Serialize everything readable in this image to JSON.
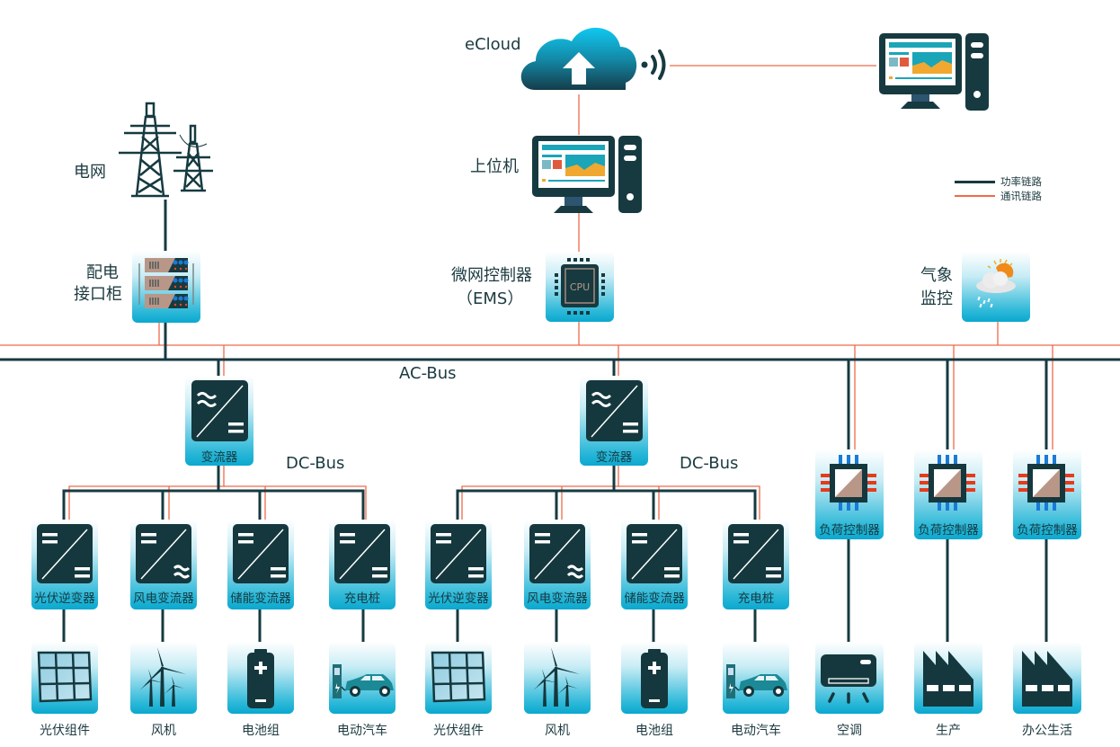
{
  "colors": {
    "power_line": "#163a40",
    "comm_line": "#ee6a4a",
    "node_dark": "#14383e",
    "node_gradient_bottom": "#0aa8cf"
  },
  "top": {
    "cloud_label": "eCloud",
    "cloud_icon": "cloud-upload-icon",
    "wifi_icon": "wireless-signal-icon",
    "remote_pc_icon": "desktop-computer-icon",
    "host_label": "上位机",
    "grid_label": "电网",
    "grid_icon": "power-tower-icon"
  },
  "legend": {
    "power": "功率链路",
    "comm": "通讯链路"
  },
  "nodes": {
    "dist_cabinet": {
      "label_line1": "配电",
      "label_line2": "接口柜",
      "icon": "server-rack-icon"
    },
    "ems": {
      "label_line1": "微网控制器",
      "label_line2": "（EMS）",
      "chip_text": "CPU",
      "icon": "cpu-chip-icon"
    },
    "weather": {
      "label_line1": "气象",
      "label_line2": "监控",
      "icon": "weather-rain-icon"
    }
  },
  "buses": {
    "ac": "AC-Bus",
    "dc1": "DC-Bus",
    "dc2": "DC-Bus"
  },
  "converters": [
    {
      "label": "变流器"
    },
    {
      "label": "变流器"
    }
  ],
  "groups": [
    {
      "devices": [
        {
          "label": "光伏逆变器",
          "type": "dc-dc",
          "source": "光伏组件",
          "source_icon": "solar-panel-icon"
        },
        {
          "label": "风电变流器",
          "type": "dc-ac",
          "source": "风机",
          "source_icon": "wind-turbine-icon"
        },
        {
          "label": "储能变流器",
          "type": "dc-dc",
          "source": "电池组",
          "source_icon": "battery-icon"
        },
        {
          "label": "充电桩",
          "type": "dc-dc",
          "source": "电动汽车",
          "source_icon": "ev-charging-car-icon"
        }
      ]
    },
    {
      "devices": [
        {
          "label": "光伏逆变器",
          "type": "dc-dc",
          "source": "光伏组件",
          "source_icon": "solar-panel-icon"
        },
        {
          "label": "风电变流器",
          "type": "dc-ac",
          "source": "风机",
          "source_icon": "wind-turbine-icon"
        },
        {
          "label": "储能变流器",
          "type": "dc-dc",
          "source": "电池组",
          "source_icon": "battery-icon"
        },
        {
          "label": "充电桩",
          "type": "dc-dc",
          "source": "电动汽车",
          "source_icon": "ev-charging-car-icon"
        }
      ]
    }
  ],
  "loads": [
    {
      "controller": "负荷控制器",
      "load": "空调",
      "load_icon": "air-conditioner-icon"
    },
    {
      "controller": "负荷控制器",
      "load": "生产",
      "load_icon": "factory-icon"
    },
    {
      "controller": "负荷控制器",
      "load": "办公生活",
      "load_icon": "factory-icon"
    }
  ]
}
